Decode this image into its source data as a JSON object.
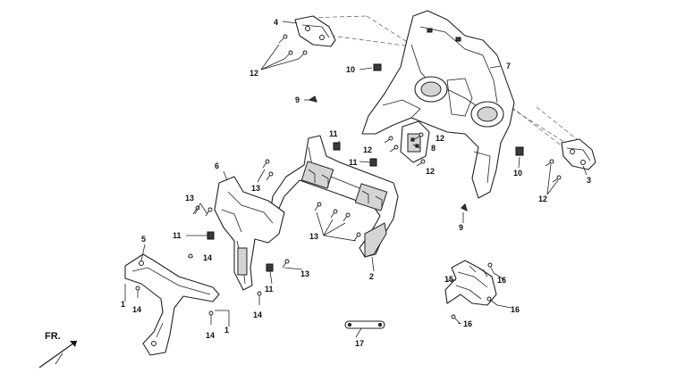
{
  "callouts": {
    "c1a": "1",
    "c1b": "1",
    "c2": "2",
    "c3": "3",
    "c4": "4",
    "c5": "5",
    "c6": "6",
    "c7": "7",
    "c8": "8",
    "c9a": "9",
    "c9b": "9",
    "c10a": "10",
    "c10b": "10",
    "c11a": "11",
    "c11b": "11",
    "c11c": "11",
    "c11d": "11",
    "c12a": "12",
    "c12b": "12",
    "c12c": "12",
    "c12d": "12",
    "c12e": "12",
    "c13a": "13",
    "c13b": "13",
    "c13c": "13",
    "c13d": "13",
    "c14a": "14",
    "c14b": "14",
    "c14c": "14",
    "c14d": "14",
    "c15": "15",
    "c16a": "16",
    "c16b": "16",
    "c16c": "16",
    "c17": "17"
  },
  "direction_label": "FR."
}
